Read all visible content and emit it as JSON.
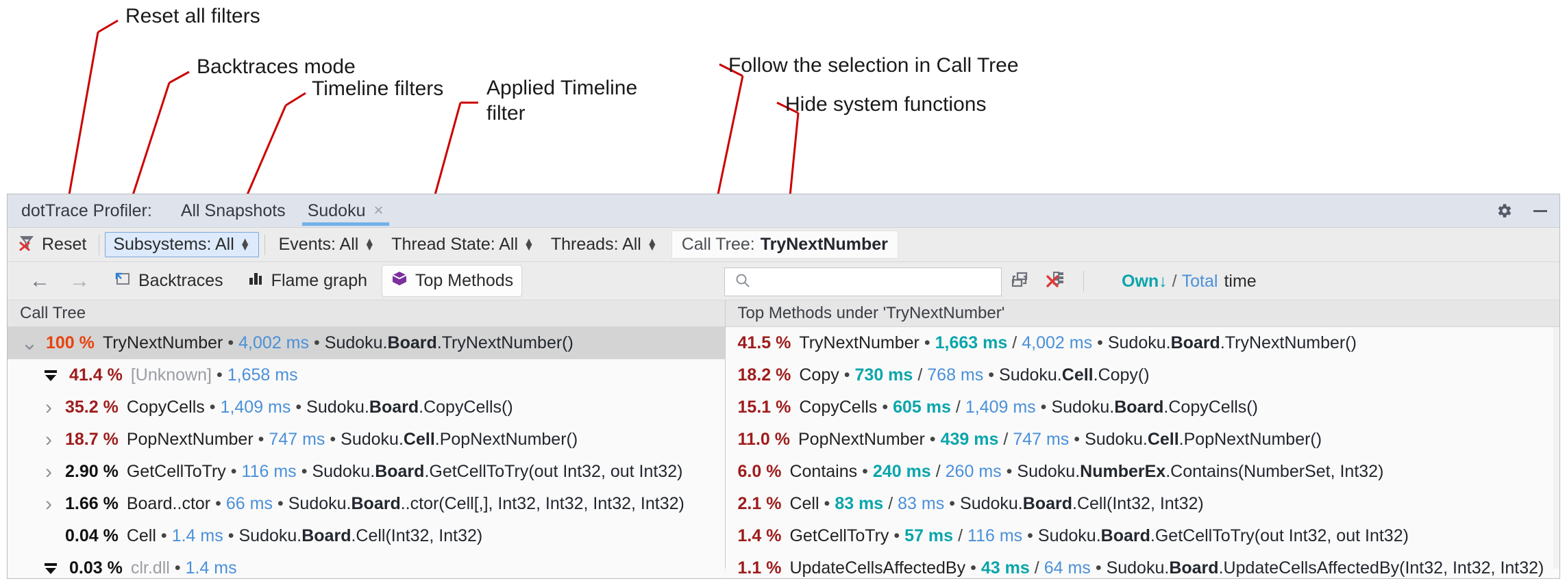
{
  "annotations": [
    {
      "name": "reset-all-filters",
      "text": "Reset all filters"
    },
    {
      "name": "backtraces-mode",
      "text": "Backtraces mode"
    },
    {
      "name": "timeline-filters",
      "text": "Timeline filters"
    },
    {
      "name": "applied-timeline-filter",
      "text": "Applied Timeline\nfilter"
    },
    {
      "name": "follow-selection",
      "text": "Follow the selection in Call Tree"
    },
    {
      "name": "hide-system-functions",
      "text": "Hide system functions"
    }
  ],
  "titlebar": {
    "app_label": "dotTrace Profiler:",
    "tabs": [
      {
        "label": "All Snapshots",
        "active": false,
        "closable": false
      },
      {
        "label": "Sudoku",
        "active": true,
        "closable": true,
        "close_glyph": "×"
      }
    ],
    "settings_icon": "gear-icon",
    "minimize_icon": "minimize-icon"
  },
  "filterbar": {
    "reset_label": "Reset",
    "reset_icon": "filter-clear-icon",
    "filters": [
      {
        "label": "Subsystems: All",
        "focused": true
      },
      {
        "label": "Events: All",
        "focused": false
      },
      {
        "label": "Thread State: All",
        "focused": false
      },
      {
        "label": "Threads: All",
        "focused": false
      }
    ],
    "applied": {
      "label": "Call Tree:",
      "value": "TryNextNumber"
    }
  },
  "viewbar": {
    "back_icon": "arrow-left-icon",
    "forward_icon": "arrow-right-icon",
    "buttons": [
      {
        "label": "Backtraces",
        "icon": "backtraces-icon",
        "selected": false
      },
      {
        "label": "Flame graph",
        "icon": "flame-graph-icon",
        "selected": false
      },
      {
        "label": "Top Methods",
        "icon": "top-methods-icon",
        "selected": true
      }
    ],
    "search": {
      "placeholder": "",
      "value": "",
      "icon": "search-icon"
    },
    "follow_selection_icon": "follow-selection-icon",
    "hide_system_functions_icon": "hide-system-functions-icon",
    "time_mode": {
      "own": "Own",
      "own_arrow": "↓",
      "slash": "/",
      "total": "Total",
      "suffix": "time"
    }
  },
  "call_tree": {
    "header": "Call Tree",
    "rows": [
      {
        "indent": 0,
        "twisty": "expanded",
        "selected": true,
        "pct": "100 %",
        "pct_kind": "hot",
        "name": "TryNextNumber",
        "total": "4,002 ms",
        "ns_prefix": "Sudoku.",
        "ns_bold": "Board",
        "ns_suffix": ".TryNextNumber()"
      },
      {
        "indent": 1,
        "twisty": "funnel",
        "selected": false,
        "pct": "41.4 %",
        "pct_kind": "warm",
        "name": "[Unknown]",
        "name_dim": true,
        "total": "1,658 ms",
        "ns_prefix": "",
        "ns_bold": "",
        "ns_suffix": ""
      },
      {
        "indent": 1,
        "twisty": "collapsed",
        "selected": false,
        "pct": "35.2 %",
        "pct_kind": "warm",
        "name": "CopyCells",
        "total": "1,409 ms",
        "ns_prefix": "Sudoku.",
        "ns_bold": "Board",
        "ns_suffix": ".CopyCells()"
      },
      {
        "indent": 1,
        "twisty": "collapsed",
        "selected": false,
        "pct": "18.7 %",
        "pct_kind": "warm",
        "name": "PopNextNumber",
        "total": "747 ms",
        "ns_prefix": "Sudoku.",
        "ns_bold": "Cell",
        "ns_suffix": ".PopNextNumber()"
      },
      {
        "indent": 1,
        "twisty": "collapsed",
        "selected": false,
        "pct": "2.90 %",
        "pct_kind": "neutral",
        "name": "GetCellToTry",
        "total": "116 ms",
        "ns_prefix": "Sudoku.",
        "ns_bold": "Board",
        "ns_suffix": ".GetCellToTry(out Int32, out Int32)"
      },
      {
        "indent": 1,
        "twisty": "collapsed",
        "selected": false,
        "pct": "1.66 %",
        "pct_kind": "neutral",
        "name": "Board..ctor",
        "total": "66 ms",
        "ns_prefix": "Sudoku.",
        "ns_bold": "Board",
        "ns_suffix": "..ctor(Cell[,], Int32, Int32, Int32, Int32)"
      },
      {
        "indent": 1,
        "twisty": "none",
        "selected": false,
        "pct": "0.04 %",
        "pct_kind": "neutral",
        "name": "Cell",
        "total": "1.4 ms",
        "ns_prefix": "Sudoku.",
        "ns_bold": "Board",
        "ns_suffix": ".Cell(Int32, Int32)"
      },
      {
        "indent": 1,
        "twisty": "funnel",
        "selected": false,
        "pct": "0.03 %",
        "pct_kind": "neutral",
        "name": "clr.dll",
        "name_dim": true,
        "total": "1.4 ms",
        "ns_prefix": "",
        "ns_bold": "",
        "ns_suffix": ""
      }
    ]
  },
  "top_methods": {
    "header": "Top Methods under 'TryNextNumber'",
    "rows": [
      {
        "pct": "41.5 %",
        "name": "TryNextNumber",
        "own": "1,663 ms",
        "total": "4,002 ms",
        "ns_prefix": "Sudoku.",
        "ns_bold": "Board",
        "ns_suffix": ".TryNextNumber()"
      },
      {
        "pct": "18.2 %",
        "name": "Copy",
        "own": "730 ms",
        "total": "768 ms",
        "ns_prefix": "Sudoku.",
        "ns_bold": "Cell",
        "ns_suffix": ".Copy()"
      },
      {
        "pct": "15.1 %",
        "name": "CopyCells",
        "own": "605 ms",
        "total": "1,409 ms",
        "ns_prefix": "Sudoku.",
        "ns_bold": "Board",
        "ns_suffix": ".CopyCells()"
      },
      {
        "pct": "11.0 %",
        "name": "PopNextNumber",
        "own": "439 ms",
        "total": "747 ms",
        "ns_prefix": "Sudoku.",
        "ns_bold": "Cell",
        "ns_suffix": ".PopNextNumber()"
      },
      {
        "pct": "6.0 %",
        "name": "Contains",
        "own": "240 ms",
        "total": "260 ms",
        "ns_prefix": "Sudoku.",
        "ns_bold": "NumberEx",
        "ns_suffix": ".Contains(NumberSet, Int32)"
      },
      {
        "pct": "2.1 %",
        "name": "Cell",
        "own": "83 ms",
        "total": "83 ms",
        "ns_prefix": "Sudoku.",
        "ns_bold": "Board",
        "ns_suffix": ".Cell(Int32, Int32)"
      },
      {
        "pct": "1.4 %",
        "name": "GetCellToTry",
        "own": "57 ms",
        "total": "116 ms",
        "ns_prefix": "Sudoku.",
        "ns_bold": "Board",
        "ns_suffix": ".GetCellToTry(out Int32, out Int32)"
      },
      {
        "pct": "1.1 %",
        "name": "UpdateCellsAffectedBy",
        "own": "43 ms",
        "total": "64 ms",
        "ns_prefix": "Sudoku.",
        "ns_bold": "Board",
        "ns_suffix": ".UpdateCellsAffectedBy(Int32, Int32, Int32)"
      }
    ]
  },
  "colors": {
    "annotation_line": "#cc0000",
    "applied_filter_outline": "#a30d0d",
    "timeline_filters_outline": "#a30d0d",
    "hot_pct": "#e8430d",
    "warm_pct": "#9e1c1c",
    "own_time": "#0aa5ab",
    "total_time": "#4a90d9",
    "tab_underline": "#6fb1ec"
  }
}
